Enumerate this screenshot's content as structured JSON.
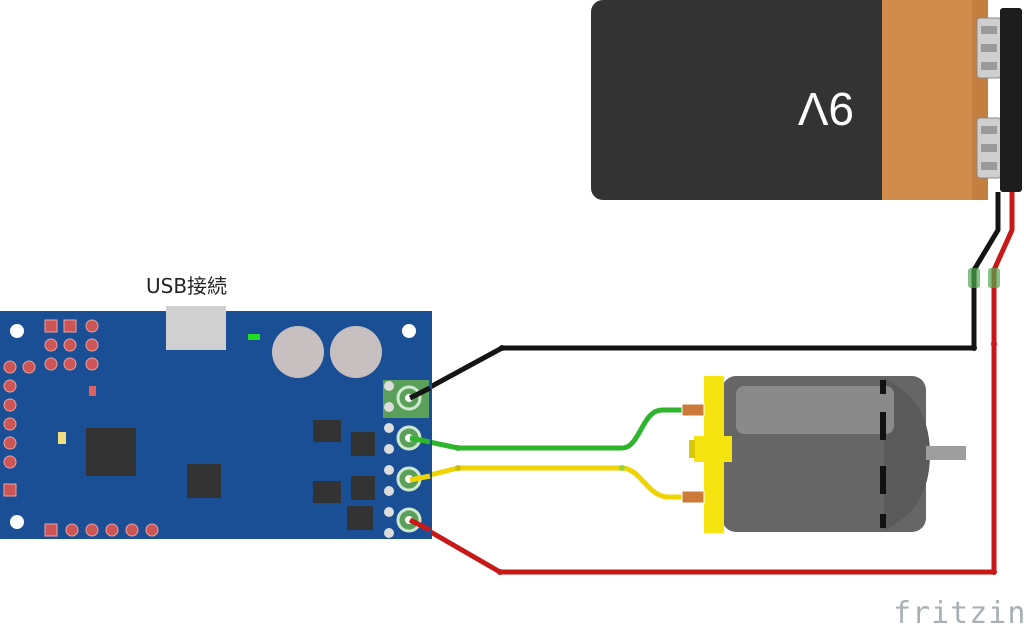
{
  "labels": {
    "usb": "USB接続",
    "battery": "9V",
    "logo": "fritzing"
  },
  "colors": {
    "board": "#1a4f96",
    "battery_body": "#333333",
    "battery_band": "#cf8c4c",
    "motor_body": "#666666",
    "motor_mount": "#f5e410",
    "wire_black": "#141414",
    "wire_red": "#c81818",
    "wire_green": "#2db52d",
    "wire_yellow": "#f0d400"
  },
  "icons": [
    "usb-connector",
    "battery-9v",
    "dc-motor",
    "fritzing-logo"
  ]
}
